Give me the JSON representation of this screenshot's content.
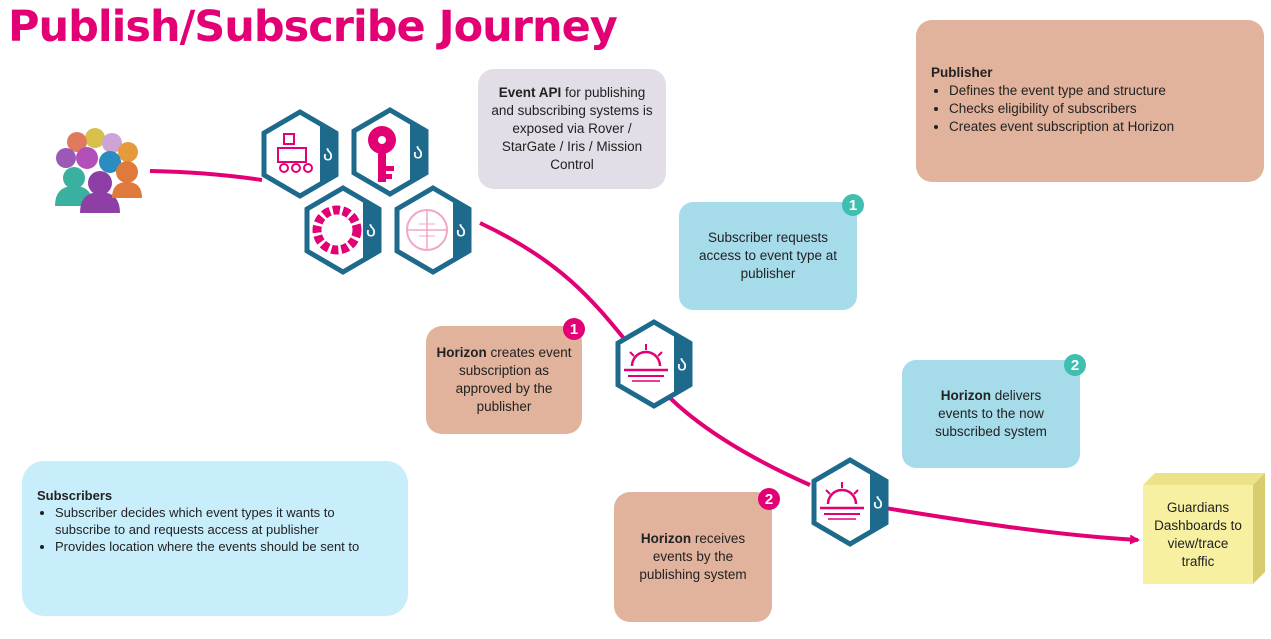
{
  "title": "Publish/Subscribe Journey",
  "event_api": {
    "bold": "Event API",
    "text": " for publishing and subscribing systems is exposed via Rover / StarGate / Iris / Mission Control"
  },
  "publisher": {
    "heading": "Publisher",
    "items": [
      "Defines the event type and structure",
      "Checks eligibility of subscribers",
      "Creates event subscription at Horizon"
    ]
  },
  "subscriber_request": {
    "text": "Subscriber requests access to event type at publisher",
    "badge": "1"
  },
  "horizon_creates": {
    "bold": "Horizon",
    "text": " creates event subscription as approved by the publisher",
    "badge": "1"
  },
  "horizon_delivers": {
    "bold": "Horizon",
    "text": " delivers events to the now subscribed system",
    "badge": "2"
  },
  "horizon_receives": {
    "bold": "Horizon",
    "text": " receives events by the publishing system",
    "badge": "2"
  },
  "subscribers": {
    "heading": "Subscribers",
    "items": [
      "Subscriber decides which event types it wants to subscribe to and requests access at publisher",
      "Provides location where the events should be sent to"
    ]
  },
  "guardians": {
    "text": "Guardians Dashboards to view/trace traffic"
  },
  "colors": {
    "magenta": "#e20074",
    "teal_badge": "#3fbfb0",
    "hex_border": "#1e6a8c",
    "blue_box": "#a6dbea",
    "peach_box": "#e2b39c",
    "guardians_box": "#f7f0a1"
  },
  "icons": [
    "people-group-icon",
    "rover-robot-icon",
    "key-icon",
    "gear-ring-icon",
    "target-icon",
    "sunrise-horizon-icon",
    "sunrise-horizon-icon"
  ]
}
